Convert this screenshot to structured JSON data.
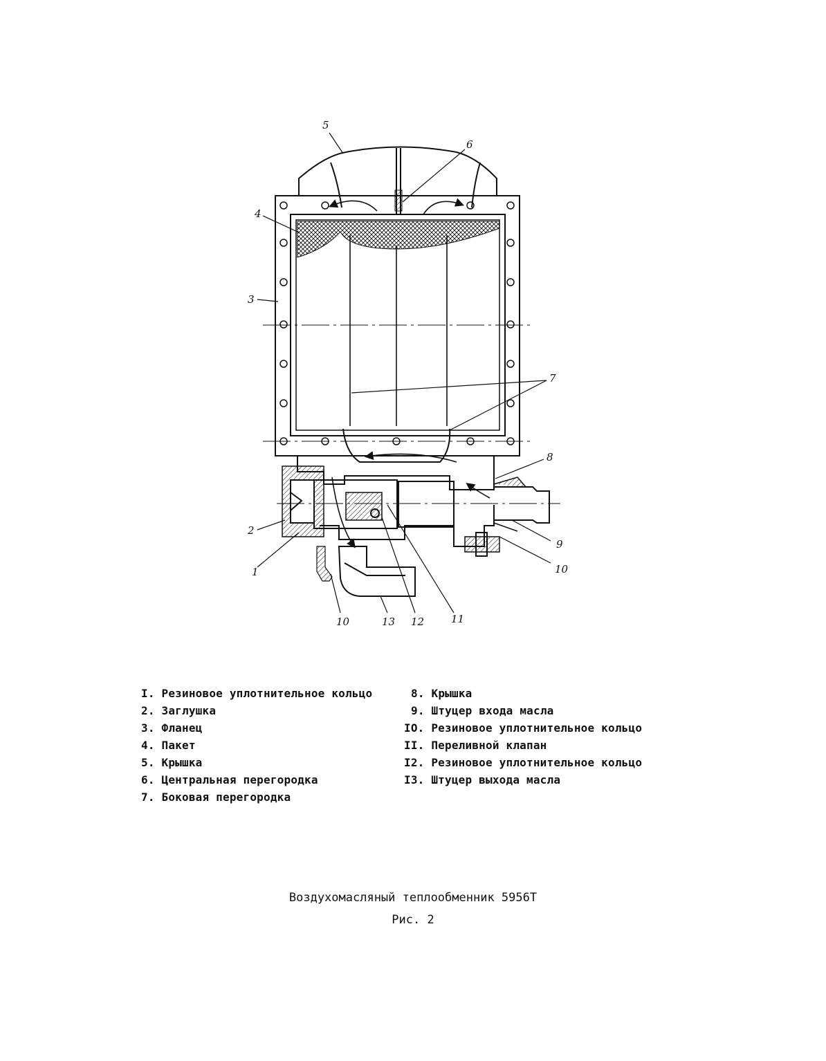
{
  "callouts": [
    "1",
    "2",
    "3",
    "4",
    "5",
    "6",
    "7",
    "8",
    "9",
    "10",
    "10",
    "11",
    "12",
    "13"
  ],
  "legend_left": [
    {
      "num": "I.",
      "text": "Резиновое уплотнительное кольцо"
    },
    {
      "num": "2.",
      "text": "Заглушка"
    },
    {
      "num": "3.",
      "text": "Фланец"
    },
    {
      "num": "4.",
      "text": "Пакет"
    },
    {
      "num": "5.",
      "text": "Крышка"
    },
    {
      "num": "6.",
      "text": "Центральная перегородка"
    },
    {
      "num": "7.",
      "text": "Боковая перегородка"
    }
  ],
  "legend_right": [
    {
      "num": "8.",
      "text": "Крышка"
    },
    {
      "num": "9.",
      "text": "Штуцер входа масла"
    },
    {
      "num": "IO.",
      "text": "Резиновое уплотнительное кольцо"
    },
    {
      "num": "II.",
      "text": "Переливной клапан"
    },
    {
      "num": "I2.",
      "text": "Резиновое уплотнительное кольцо"
    },
    {
      "num": "I3.",
      "text": "Штуцер выхода масла"
    }
  ],
  "caption": {
    "title": "Воздухомасляный теплообменник 5956Т",
    "figure": "Рис. 2"
  },
  "colors": {
    "ink": "#111111",
    "paper": "#ffffff"
  }
}
